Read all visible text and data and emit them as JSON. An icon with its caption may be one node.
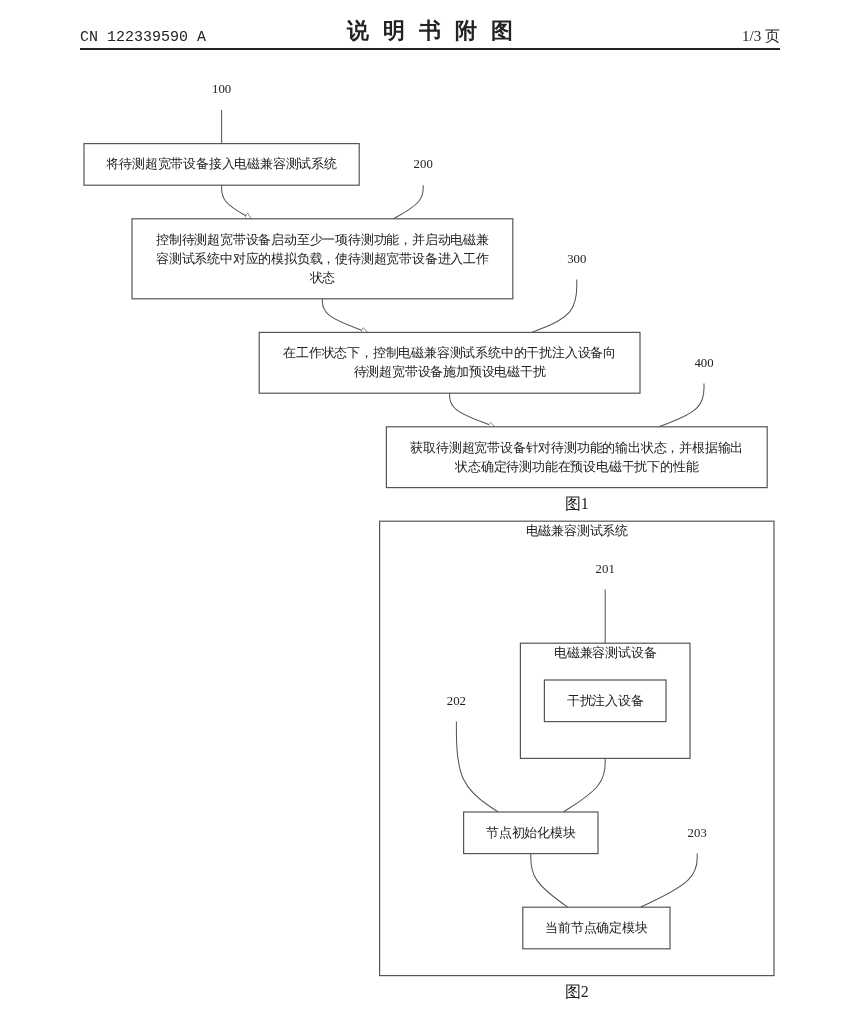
{
  "diagram": {
    "title": "说明书附图",
    "nodes": [
      {
        "text": [
          "将待测超宽带设备接入电磁兼容测试系统"
        ]
      },
      {
        "text": [
          "100"
        ]
      },
      {
        "text": [
          "控制待测超宽带设备启动至少一项待测功能，并启动电磁兼容测试系统中对应的模拟负载，使待测超宽带设备进入工作状态"
        ]
      },
      {
        "text": [
          "200"
        ]
      },
      {
        "text": [
          "在工作状态下，控制电磁兼容测试系统中的干扰注入设备向待测超宽带设备施加预设电磁干扰"
        ]
      },
      {
        "text": [
          "300"
        ]
      },
      {
        "text": [
          "获取待测超宽带设备针对待测功能的输出状态，并根据输出状态确定待测功能在预设电磁干扰下的性能"
        ]
      },
      {
        "text": [
          "400"
        ]
      },
      {
        "text": [
          "电磁兼容测试系统"
        ]
      },
      {
        "text": [
          "电磁兼容测试设备"
        ],
        "in": 8
      },
      {
        "text": [
          "干扰注入设备"
        ],
        "in": 9
      },
      {
        "text": [
          "201"
        ],
        "in": 8
      },
      {
        "text": [
          "节点初始化模块"
        ],
        "in": 8
      },
      {
        "text": [
          "202"
        ],
        "in": 8
      },
      {
        "text": [
          "当前节点确定模块"
        ],
        "in": 8
      },
      {
        "text": [
          "203"
        ],
        "in": 8
      }
    ],
    "edges": [
      {
        "from": 1,
        "to": 0,
        "arrow": "none"
      },
      {
        "from": 0,
        "to": 2,
        "arrow": "to"
      },
      {
        "from": 3,
        "to": 2,
        "arrow": "none"
      },
      {
        "from": 2,
        "to": 4,
        "arrow": "to"
      },
      {
        "from": 5,
        "to": 4,
        "arrow": "none"
      },
      {
        "from": 4,
        "to": 6,
        "arrow": "to"
      },
      {
        "from": 7,
        "to": 6,
        "arrow": "none"
      },
      {
        "from": 11,
        "to": 9,
        "arrow": "none"
      },
      {
        "from": 9,
        "to": 12,
        "arrow": "none"
      },
      {
        "from": 13,
        "to": 12,
        "arrow": "none"
      },
      {
        "from": 12,
        "to": 14,
        "arrow": "none"
      },
      {
        "from": 15,
        "to": 14,
        "arrow": "none"
      }
    ],
    "labels": [
      "CN 122339590 A",
      "1/3 页",
      "图1",
      "图2"
    ]
  }
}
